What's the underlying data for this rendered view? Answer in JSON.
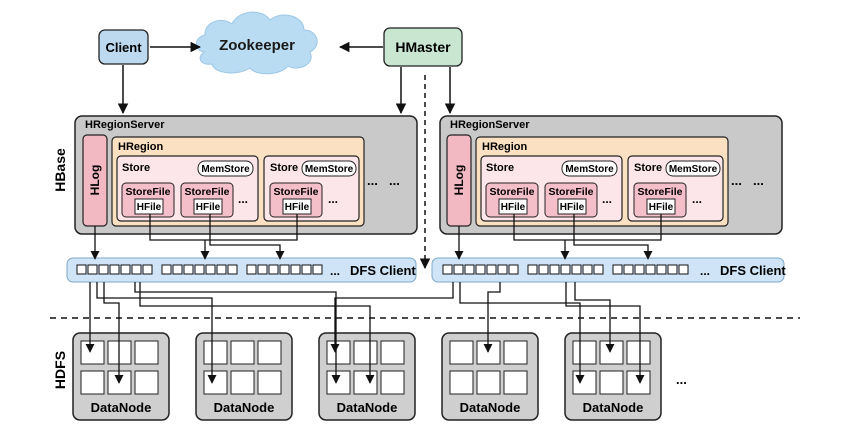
{
  "top": {
    "client": "Client",
    "zookeeper": "Zookeeper",
    "hmaster": "HMaster"
  },
  "layers": {
    "hbase": "HBase",
    "hdfs": "HDFS"
  },
  "region_servers": [
    {
      "title": "HRegionServer",
      "hlog": "HLog",
      "region_title": "HRegion",
      "stores": [
        {
          "label": "Store",
          "memstore": "MemStore",
          "storefiles": [
            {
              "label": "StoreFile",
              "hfile": "HFile"
            },
            {
              "label": "StoreFile",
              "hfile": "HFile"
            }
          ],
          "more": "..."
        },
        {
          "label": "Store",
          "memstore": "MemStore",
          "storefiles": [
            {
              "label": "StoreFile",
              "hfile": "HFile"
            }
          ],
          "more": "..."
        }
      ],
      "stores_more": "...",
      "regions_more": "...",
      "dfs_client": "DFS Client",
      "dfs_more": "..."
    },
    {
      "title": "HRegionServer",
      "hlog": "HLog",
      "region_title": "HRegion",
      "stores": [
        {
          "label": "Store",
          "memstore": "MemStore",
          "storefiles": [
            {
              "label": "StoreFile",
              "hfile": "HFile"
            },
            {
              "label": "StoreFile",
              "hfile": "HFile"
            }
          ],
          "more": "..."
        },
        {
          "label": "Store",
          "memstore": "MemStore",
          "storefiles": [
            {
              "label": "StoreFile",
              "hfile": "HFile"
            }
          ],
          "more": "..."
        }
      ],
      "stores_more": "...",
      "regions_more": "...",
      "dfs_client": "DFS Client",
      "dfs_more": "..."
    }
  ],
  "datanodes": [
    "DataNode",
    "DataNode",
    "DataNode",
    "DataNode",
    "DataNode"
  ],
  "datanodes_more": "...",
  "colors": {
    "client": "#bcd9f0",
    "hmaster": "#c8e6d0",
    "zookeeper": "#b9dcf2",
    "server": "#c9c9c9",
    "region": "#fbe1c2",
    "hlog": "#f2b9c3",
    "store": "#fde6ea",
    "storefile": "#f5bfca",
    "dfs": "#cfe4f6",
    "datanode": "#cfcfcf"
  }
}
